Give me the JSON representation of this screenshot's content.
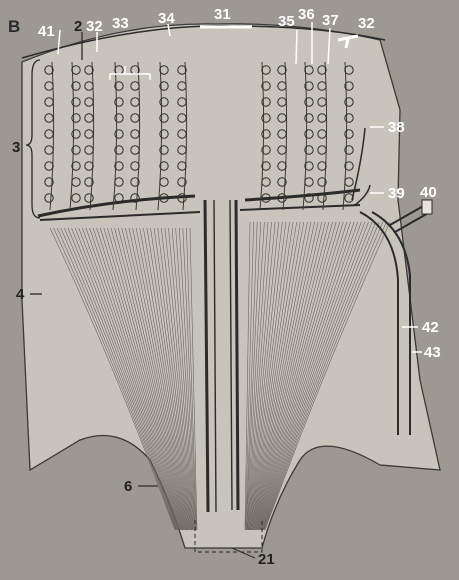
{
  "panel_letter": "B",
  "labels": {
    "l41": "41",
    "l2": "2",
    "l32a": "32",
    "l33": "33",
    "l34": "34",
    "l31": "31",
    "l35": "35",
    "l36": "36",
    "l37": "37",
    "l32b": "32",
    "l38": "38",
    "l3": "3",
    "l39": "39",
    "l40": "40",
    "l4": "4",
    "l42": "42",
    "l43": "43",
    "l6": "6",
    "l21": "21"
  },
  "colors": {
    "background": "#9d9992",
    "tissue": "#c9c4bc",
    "line": "#2b2b2b",
    "label_white": "#ffffff",
    "label_dark": "#222222"
  }
}
